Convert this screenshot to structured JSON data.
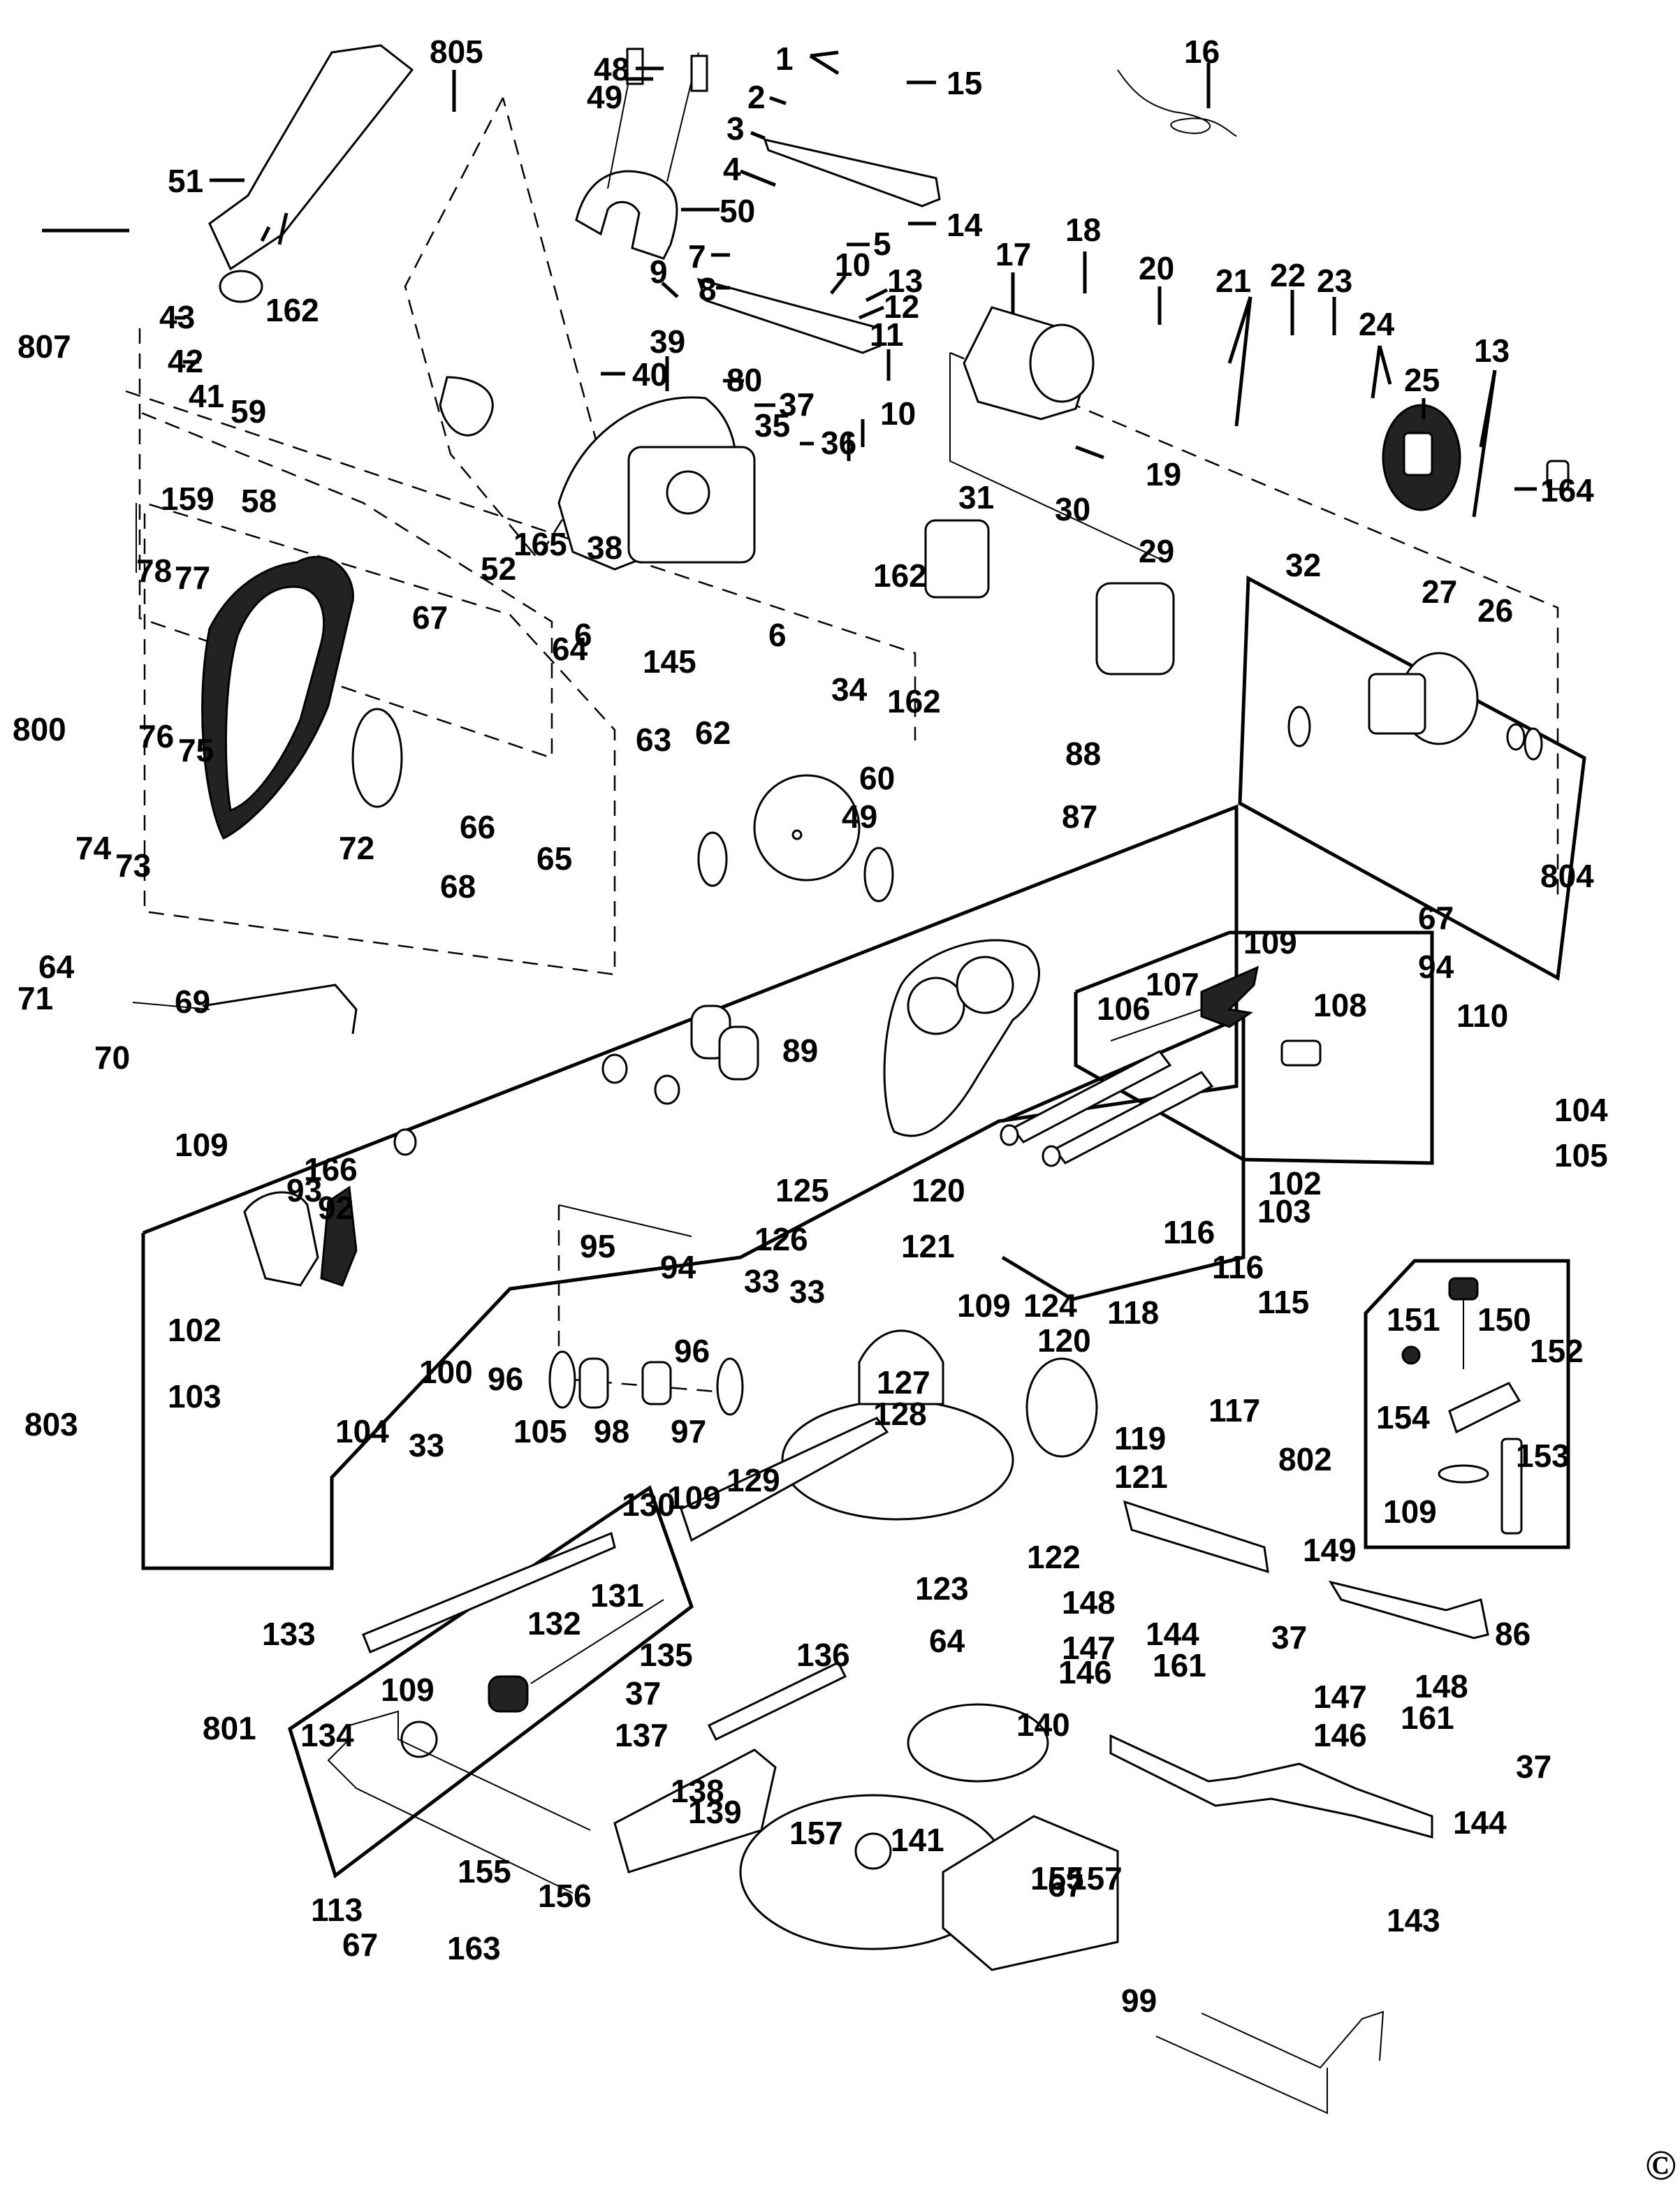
{
  "title": "Mitre saw exploded parts diagram",
  "copyright_symbol": "©",
  "assembly_groups": [
    "800",
    "801",
    "802",
    "803",
    "804",
    "805",
    "807"
  ],
  "callouts": [
    {
      "id": "c805",
      "label": "805"
    },
    {
      "id": "c51",
      "label": "51"
    },
    {
      "id": "c48",
      "label": "48"
    },
    {
      "id": "c49a",
      "label": "49"
    },
    {
      "id": "c1",
      "label": "1"
    },
    {
      "id": "c15",
      "label": "15"
    },
    {
      "id": "c2",
      "label": "2"
    },
    {
      "id": "c3",
      "label": "3"
    },
    {
      "id": "c16",
      "label": "16"
    },
    {
      "id": "c4",
      "label": "4"
    },
    {
      "id": "c50",
      "label": "50"
    },
    {
      "id": "c14",
      "label": "14"
    },
    {
      "id": "c5",
      "label": "5"
    },
    {
      "id": "c7",
      "label": "7"
    },
    {
      "id": "c9",
      "label": "9"
    },
    {
      "id": "c8",
      "label": "8"
    },
    {
      "id": "c10a",
      "label": "10"
    },
    {
      "id": "c13a",
      "label": "13"
    },
    {
      "id": "c12",
      "label": "12"
    },
    {
      "id": "c11",
      "label": "11"
    },
    {
      "id": "c17",
      "label": "17"
    },
    {
      "id": "c18",
      "label": "18"
    },
    {
      "id": "c20",
      "label": "20"
    },
    {
      "id": "c21",
      "label": "21"
    },
    {
      "id": "c22",
      "label": "22"
    },
    {
      "id": "c23",
      "label": "23"
    },
    {
      "id": "c24",
      "label": "24"
    },
    {
      "id": "c13b",
      "label": "13"
    },
    {
      "id": "c25",
      "label": "25"
    },
    {
      "id": "c164",
      "label": "164"
    },
    {
      "id": "c19",
      "label": "19"
    },
    {
      "id": "c43",
      "label": "43"
    },
    {
      "id": "c162a",
      "label": "162"
    },
    {
      "id": "c807",
      "label": "807"
    },
    {
      "id": "c42",
      "label": "42"
    },
    {
      "id": "c40",
      "label": "40"
    },
    {
      "id": "c39",
      "label": "39"
    },
    {
      "id": "c80",
      "label": "80"
    },
    {
      "id": "c37a",
      "label": "37"
    },
    {
      "id": "c41",
      "label": "41"
    },
    {
      "id": "c59",
      "label": "59"
    },
    {
      "id": "c36",
      "label": "36"
    },
    {
      "id": "c35",
      "label": "35"
    },
    {
      "id": "c10b",
      "label": "10"
    },
    {
      "id": "c159",
      "label": "159"
    },
    {
      "id": "c58",
      "label": "58"
    },
    {
      "id": "c165",
      "label": "165"
    },
    {
      "id": "c52",
      "label": "52"
    },
    {
      "id": "c38",
      "label": "38"
    },
    {
      "id": "c162b",
      "label": "162"
    },
    {
      "id": "c31",
      "label": "31"
    },
    {
      "id": "c30",
      "label": "30"
    },
    {
      "id": "c29",
      "label": "29"
    },
    {
      "id": "c78",
      "label": "78"
    },
    {
      "id": "c77",
      "label": "77"
    },
    {
      "id": "c6a",
      "label": "6"
    },
    {
      "id": "c6b",
      "label": "6"
    },
    {
      "id": "c145",
      "label": "145"
    },
    {
      "id": "c34",
      "label": "34"
    },
    {
      "id": "c162c",
      "label": "162"
    },
    {
      "id": "c32",
      "label": "32"
    },
    {
      "id": "c27",
      "label": "27"
    },
    {
      "id": "c26",
      "label": "26"
    },
    {
      "id": "c67a",
      "label": "67"
    },
    {
      "id": "c64a",
      "label": "64"
    },
    {
      "id": "c800",
      "label": "800"
    },
    {
      "id": "c76",
      "label": "76"
    },
    {
      "id": "c75",
      "label": "75"
    },
    {
      "id": "c63",
      "label": "63"
    },
    {
      "id": "c62",
      "label": "62"
    },
    {
      "id": "c60",
      "label": "60"
    },
    {
      "id": "c88",
      "label": "88"
    },
    {
      "id": "c87",
      "label": "87"
    },
    {
      "id": "c66",
      "label": "66"
    },
    {
      "id": "c65",
      "label": "65"
    },
    {
      "id": "c74",
      "label": "74"
    },
    {
      "id": "c73",
      "label": "73"
    },
    {
      "id": "c72",
      "label": "72"
    },
    {
      "id": "c68",
      "label": "68"
    },
    {
      "id": "c804",
      "label": "804"
    },
    {
      "id": "c49b",
      "label": "49"
    },
    {
      "id": "c67b",
      "label": "67"
    },
    {
      "id": "c109a",
      "label": "109"
    },
    {
      "id": "c94a",
      "label": "94"
    },
    {
      "id": "c107",
      "label": "107"
    },
    {
      "id": "c108",
      "label": "108"
    },
    {
      "id": "c106",
      "label": "106"
    },
    {
      "id": "c110",
      "label": "110"
    },
    {
      "id": "c64b",
      "label": "64"
    },
    {
      "id": "c71",
      "label": "71"
    },
    {
      "id": "c69",
      "label": "69"
    },
    {
      "id": "c70",
      "label": "70"
    },
    {
      "id": "c89",
      "label": "89"
    },
    {
      "id": "c104a",
      "label": "104"
    },
    {
      "id": "c105a",
      "label": "105"
    },
    {
      "id": "c109b",
      "label": "109"
    },
    {
      "id": "c166",
      "label": "166"
    },
    {
      "id": "c93",
      "label": "93"
    },
    {
      "id": "c92",
      "label": "92"
    },
    {
      "id": "c125",
      "label": "125"
    },
    {
      "id": "c120a",
      "label": "120"
    },
    {
      "id": "c102a",
      "label": "102"
    },
    {
      "id": "c103a",
      "label": "103"
    },
    {
      "id": "c95",
      "label": "95"
    },
    {
      "id": "c94b",
      "label": "94"
    },
    {
      "id": "c33a",
      "label": "33"
    },
    {
      "id": "c126",
      "label": "126"
    },
    {
      "id": "c121a",
      "label": "121"
    },
    {
      "id": "c116a",
      "label": "116"
    },
    {
      "id": "c116b",
      "label": "116"
    },
    {
      "id": "c151",
      "label": "151"
    },
    {
      "id": "c150",
      "label": "150"
    },
    {
      "id": "c33b",
      "label": "33"
    },
    {
      "id": "c109c",
      "label": "109"
    },
    {
      "id": "c124",
      "label": "124"
    },
    {
      "id": "c118",
      "label": "118"
    },
    {
      "id": "c115",
      "label": "115"
    },
    {
      "id": "c152",
      "label": "152"
    },
    {
      "id": "c102b",
      "label": "102"
    },
    {
      "id": "c100",
      "label": "100"
    },
    {
      "id": "c96a",
      "label": "96"
    },
    {
      "id": "c96b",
      "label": "96"
    },
    {
      "id": "c120b",
      "label": "120"
    },
    {
      "id": "c127",
      "label": "127"
    },
    {
      "id": "c128",
      "label": "128"
    },
    {
      "id": "c119",
      "label": "119"
    },
    {
      "id": "c117",
      "label": "117"
    },
    {
      "id": "c154",
      "label": "154"
    },
    {
      "id": "c103b",
      "label": "103"
    },
    {
      "id": "c98",
      "label": "98"
    },
    {
      "id": "c97",
      "label": "97"
    },
    {
      "id": "c803",
      "label": "803"
    },
    {
      "id": "c104b",
      "label": "104"
    },
    {
      "id": "c105b",
      "label": "105"
    },
    {
      "id": "c802",
      "label": "802"
    },
    {
      "id": "c33c",
      "label": "33"
    },
    {
      "id": "c121b",
      "label": "121"
    },
    {
      "id": "c153",
      "label": "153"
    },
    {
      "id": "c109d",
      "label": "109"
    },
    {
      "id": "c129",
      "label": "129"
    },
    {
      "id": "c109e",
      "label": "109"
    },
    {
      "id": "c130",
      "label": "130"
    },
    {
      "id": "c149",
      "label": "149"
    },
    {
      "id": "c122",
      "label": "122"
    },
    {
      "id": "c123",
      "label": "123"
    },
    {
      "id": "c133",
      "label": "133"
    },
    {
      "id": "c64c",
      "label": "64"
    },
    {
      "id": "c86",
      "label": "86"
    },
    {
      "id": "c131",
      "label": "131"
    },
    {
      "id": "c148a",
      "label": "148"
    },
    {
      "id": "c132",
      "label": "132"
    },
    {
      "id": "c135",
      "label": "135"
    },
    {
      "id": "c136",
      "label": "136"
    },
    {
      "id": "c147a",
      "label": "147"
    },
    {
      "id": "c144a",
      "label": "144"
    },
    {
      "id": "c37b",
      "label": "37"
    },
    {
      "id": "c146a",
      "label": "146"
    },
    {
      "id": "c148b",
      "label": "148"
    },
    {
      "id": "c109f",
      "label": "109"
    },
    {
      "id": "c161a",
      "label": "161"
    },
    {
      "id": "c37c",
      "label": "37"
    },
    {
      "id": "c147b",
      "label": "147"
    },
    {
      "id": "c801",
      "label": "801"
    },
    {
      "id": "c134",
      "label": "134"
    },
    {
      "id": "c137",
      "label": "137"
    },
    {
      "id": "c140",
      "label": "140"
    },
    {
      "id": "c146b",
      "label": "146"
    },
    {
      "id": "c161b",
      "label": "161"
    },
    {
      "id": "c37d",
      "label": "37"
    },
    {
      "id": "c138",
      "label": "138"
    },
    {
      "id": "c139",
      "label": "139"
    },
    {
      "id": "c157a",
      "label": "157"
    },
    {
      "id": "c144b",
      "label": "144"
    },
    {
      "id": "c141",
      "label": "141"
    },
    {
      "id": "c157b",
      "label": "157"
    },
    {
      "id": "c113",
      "label": "113"
    },
    {
      "id": "c143",
      "label": "143"
    },
    {
      "id": "c67c",
      "label": "67"
    },
    {
      "id": "c163",
      "label": "163"
    },
    {
      "id": "c99",
      "label": "99"
    },
    {
      "id": "c155a",
      "label": "155"
    },
    {
      "id": "c155b",
      "label": "155"
    },
    {
      "id": "c156",
      "label": "156"
    },
    {
      "id": "c67d",
      "label": "67"
    }
  ]
}
